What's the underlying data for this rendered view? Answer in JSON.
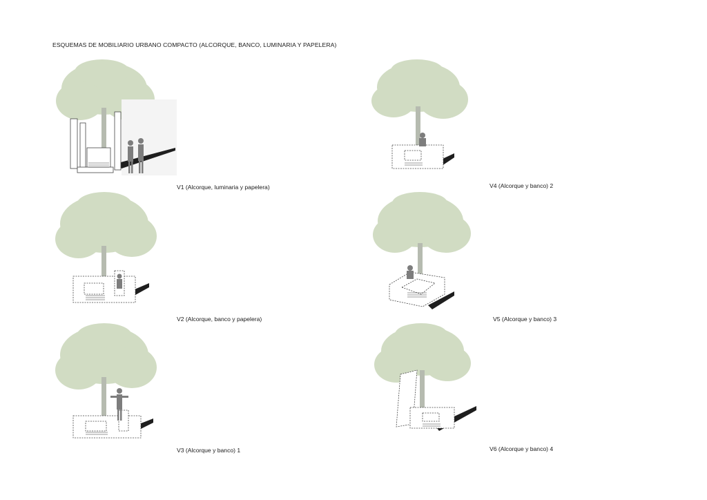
{
  "page": {
    "title": "ESQUEMAS DE MOBILIARIO URBANO COMPACTO (ALCORQUE, BANCO, LUMINARIA Y PAPELERA)"
  },
  "variants": [
    {
      "id": "v1",
      "caption": "V1 (Alcorque, luminaria y papelera)"
    },
    {
      "id": "v2",
      "caption": "V2 (Alcorque, banco y papelera)"
    },
    {
      "id": "v3",
      "caption": "V3 (Alcorque y banco) 1"
    },
    {
      "id": "v4",
      "caption": "V4 (Alcorque y banco) 2"
    },
    {
      "id": "v5",
      "caption": "V5 (Alcorque y banco) 3"
    },
    {
      "id": "v6",
      "caption": "V6 (Alcorque y banco) 4"
    }
  ],
  "colors": {
    "foliage": "#c5d3b4",
    "trunk": "#b4b9ae",
    "shadow": "#1e1e1e",
    "figure": "#7d7d7d",
    "outline": "#444444"
  }
}
